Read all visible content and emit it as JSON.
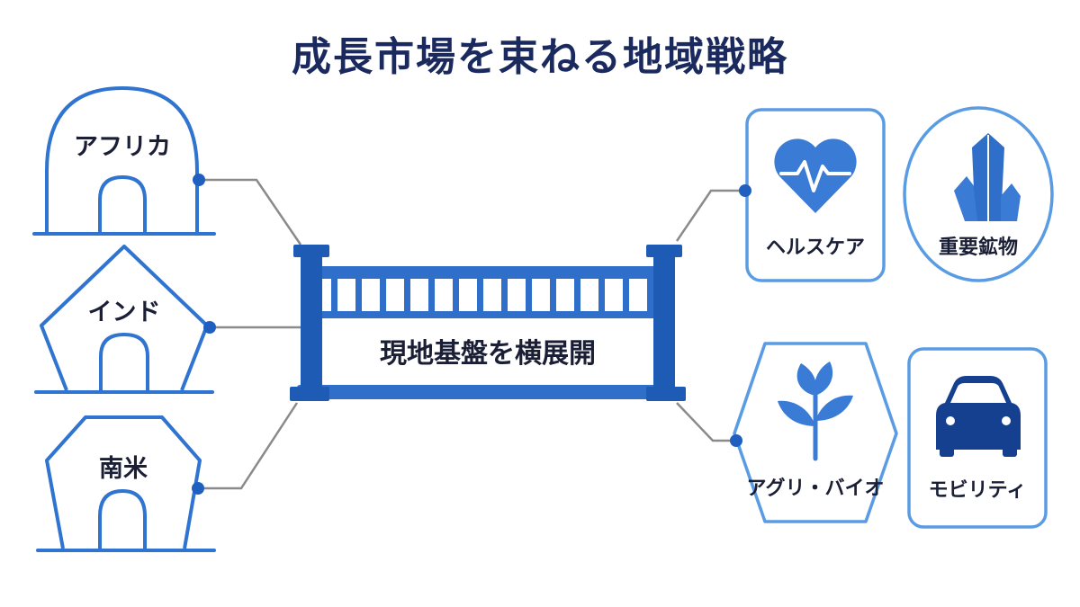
{
  "title": "成長市場を束ねる地域戦略",
  "regions": [
    {
      "label": "アフリカ",
      "icon": "arch-gate-icon"
    },
    {
      "label": "インド",
      "icon": "diamond-gate-icon"
    },
    {
      "label": "南米",
      "icon": "pentagon-gate-icon"
    }
  ],
  "bridge": {
    "label": "現地基盤を横展開",
    "icon": "bridge-icon"
  },
  "markets": [
    {
      "label": "ヘルスケア",
      "icon": "heart-pulse-icon"
    },
    {
      "label": "重要鉱物",
      "icon": "crystal-icon"
    },
    {
      "label": "アグリ・バイオ",
      "icon": "sprout-icon"
    },
    {
      "label": "モビリティ",
      "icon": "car-icon"
    }
  ],
  "colors": {
    "accent": "#2f74d0",
    "title": "#1b2a5e",
    "connector": "#8a8a8a"
  }
}
